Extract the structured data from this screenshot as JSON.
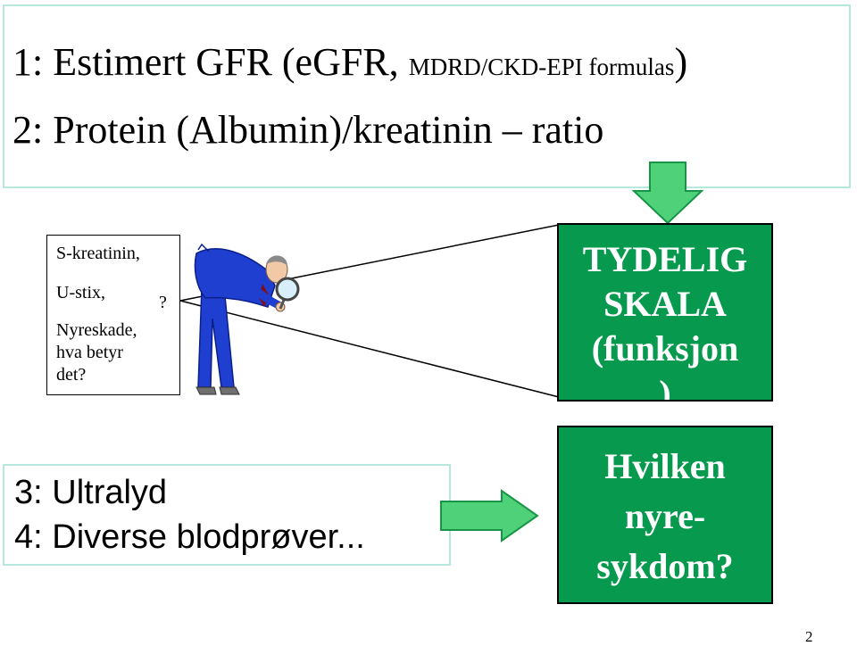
{
  "top_box": {
    "line1_main": "1: Estimert GFR (eGFR, ",
    "line1_small": "MDRD/CKD-EPI formulas",
    "line1_close": ")",
    "line2": "2: Protein (Albumin)/kreatinin – ratio"
  },
  "note_box": {
    "lines": [
      "S-kreatinin,",
      "U-stix,",
      "Nyreskade,",
      "hva betyr",
      "det?"
    ]
  },
  "question_mark": "?",
  "green_top": {
    "lines": [
      "TYDELIG",
      "SKALA",
      "(funksjon",
      ")"
    ]
  },
  "green_bottom": {
    "lines": [
      "Hvilken",
      "nyre-",
      "sykdom?"
    ]
  },
  "bottom_box": {
    "line3": "3: Ultralyd",
    "line4": "4: Diverse blodprøver..."
  },
  "page_number": "2",
  "colors": {
    "green_fill": "#079a4e",
    "box_border": "#b6e8dd",
    "suit_blue": "#1f3fd1"
  },
  "icons": {
    "arrow_down": "green-down-arrow-icon",
    "arrow_right": "green-right-arrow-icon",
    "figure": "detective-with-magnifier-icon"
  }
}
